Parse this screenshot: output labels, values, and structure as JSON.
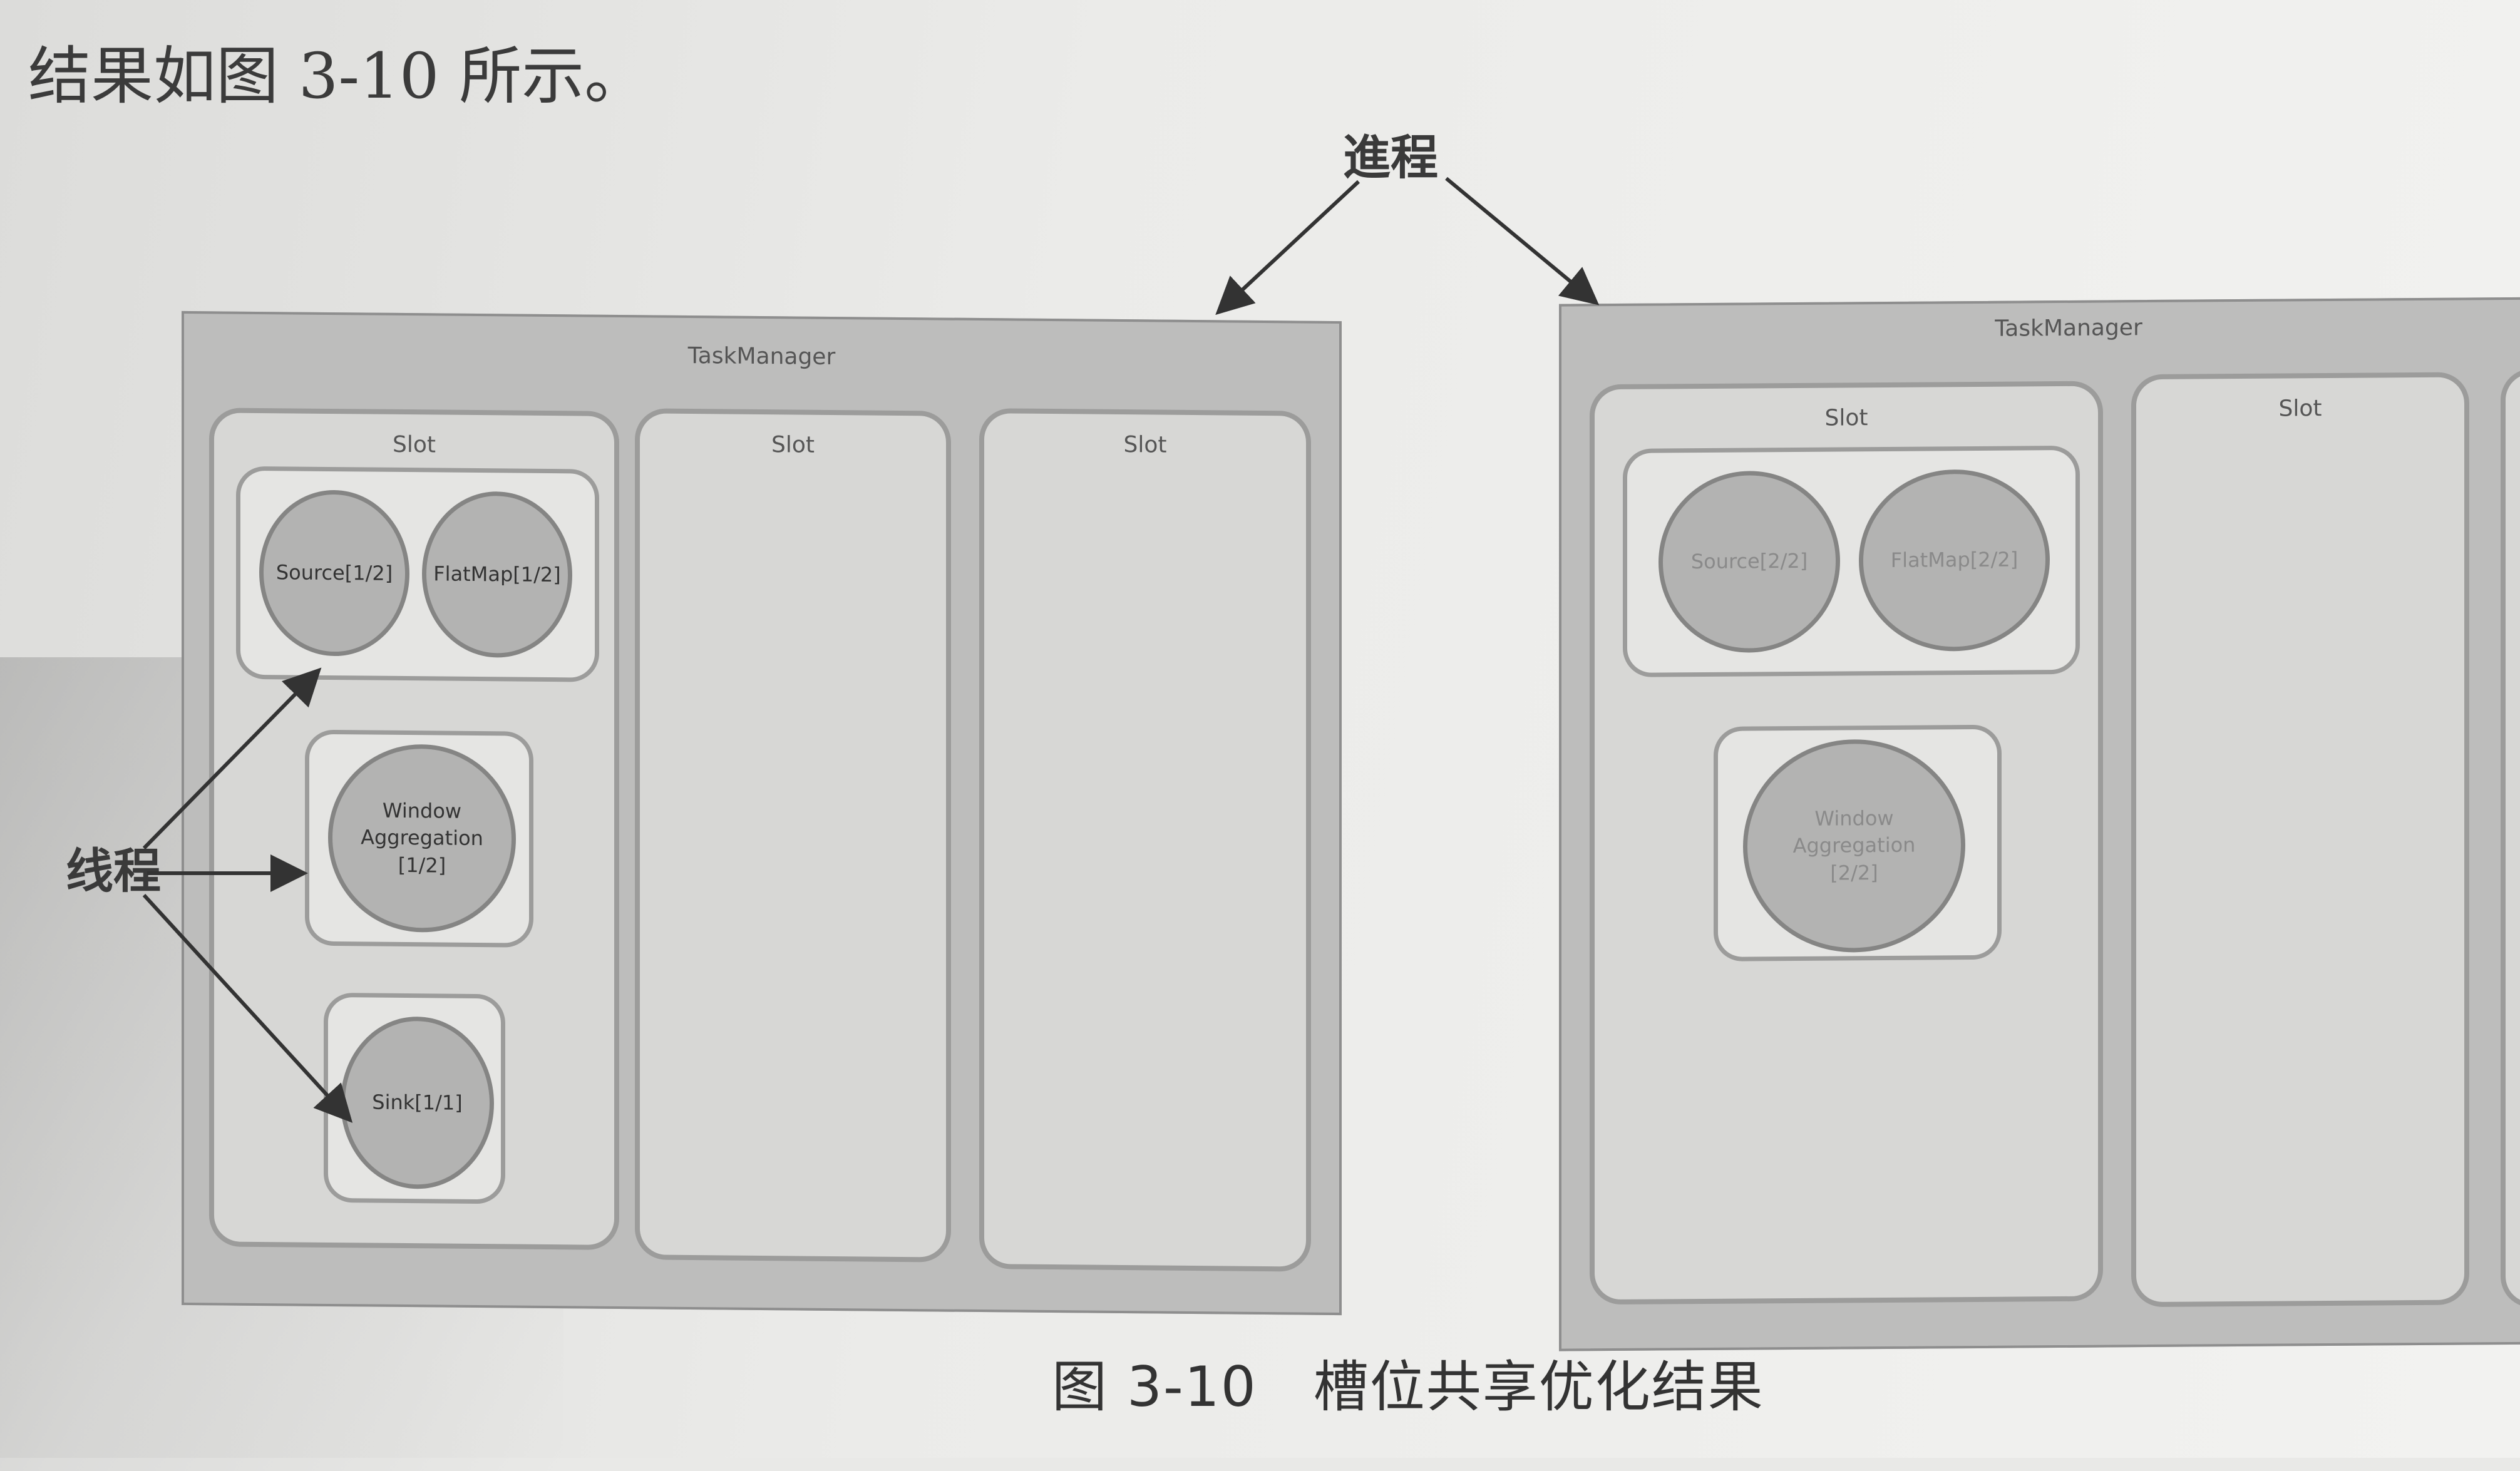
{
  "intro_text": "结果如图 3-10 所示。",
  "caption": {
    "figure": "图 3-10",
    "title": "槽位共享优化结果"
  },
  "callouts": {
    "process": "進程",
    "thread": "线程"
  },
  "left_taskmanager": {
    "label": "TaskManager",
    "slots": [
      {
        "label": "Slot"
      },
      {
        "label": "Slot"
      },
      {
        "label": "Slot"
      }
    ],
    "operators": {
      "source": "Source[1/2]",
      "flatmap": "FlatMap[1/2]",
      "window_l1": "Window",
      "window_l2": "Aggregation",
      "window_l3": "[1/2]",
      "sink": "Sink[1/1]"
    }
  },
  "right_taskmanager": {
    "label": "TaskManager",
    "slots": [
      {
        "label": "Slot"
      },
      {
        "label": "Slot"
      }
    ],
    "operators": {
      "source": "Source[2/2]",
      "flatmap": "FlatMap[2/2]",
      "window_l1": "Window",
      "window_l2": "Aggregation",
      "window_l3": "[2/2]"
    }
  }
}
